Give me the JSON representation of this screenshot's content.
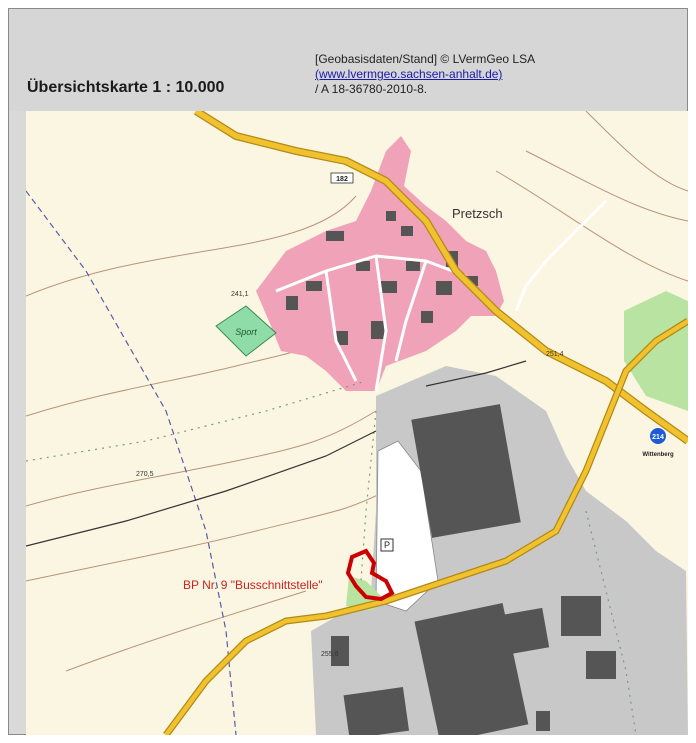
{
  "header": {
    "title": "Übersichtskarte 1 : 10.000",
    "attribution_line1": "[Geobasisdaten/Stand] © LVermGeo LSA",
    "attribution_link": "(www.lvermgeo.sachsen-anhalt.de)",
    "attribution_line3": "/ A 18-36780-2010-8."
  },
  "map": {
    "labels": {
      "town": "Pretzsch",
      "sport": "Sport",
      "plan_area": "BP Nr. 9 \"Busschnittstelle\"",
      "road_number": "182",
      "route_shield": "214",
      "route_place": "Wittenberg",
      "parking": "P",
      "elev_1": "241,1",
      "elev_2": "251,4",
      "elev_3": "270,5",
      "elev_4": "255,6"
    },
    "colors": {
      "background": "#fbf6e2",
      "settlement": "#f0a2b8",
      "industrial": "#c8c8c8",
      "building": "#555555",
      "road": "#f2c12e",
      "road_edge": "#b08a18",
      "plan_outline": "#cc0000",
      "green": "#b9e3a0",
      "sport": "#8fdca8"
    }
  }
}
